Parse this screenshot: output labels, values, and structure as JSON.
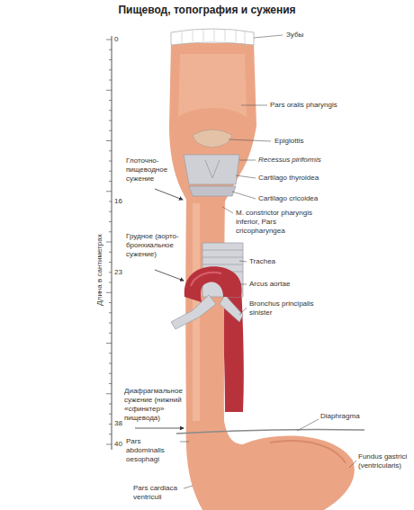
{
  "diagram": {
    "title": "Пищевод, топография и сужения",
    "labels": [
      "Зубы",
      "Pars oralis pharyngis",
      "Epiglottis",
      "Recessus piriformis",
      "Cartilago thyroidea",
      "Cartilago cricoidea",
      "Глоточно-пищеводное сужение",
      "M. constrictor pharyngis inferior, Pars cricopharyngea",
      "Грудное (аорто-бронхиальное сужение)",
      "Trachea",
      "Arcus aortae",
      "Bronchus principalis sinister",
      "Диафрагмальное сужение (нижний «сфинктер» пищевода)",
      "Diaphragma",
      "Pars abdominalis oesophagi",
      "Fundus gastrici (ventricularis)",
      "Pars cardiaca ventriculi",
      "Длина в сантиметрах",
      "0",
      "16",
      "23",
      "38",
      "40"
    ]
  }
}
